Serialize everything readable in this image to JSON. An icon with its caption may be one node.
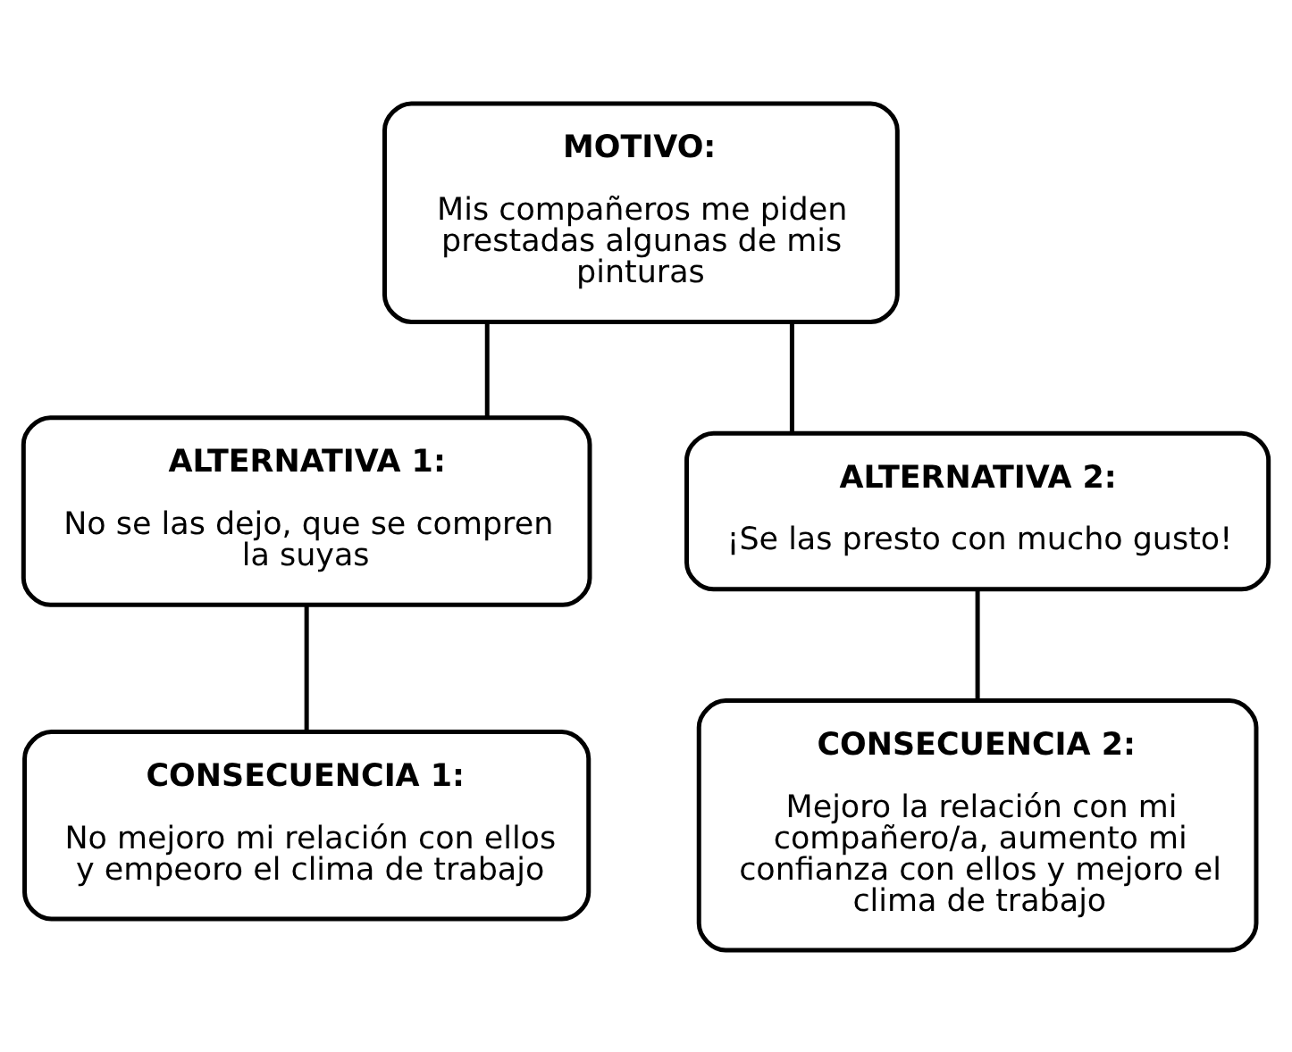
{
  "diagram": {
    "nodes": [
      {
        "text": [
          "MOTIVO:",
          "Mis compañeros me piden prestadas algunas de mis pinturas"
        ]
      },
      {
        "text": [
          "ALTERNATIVA 1:",
          "No se las dejo, que se compren la suyas"
        ]
      },
      {
        "text": [
          "ALTERNATIVA 2:",
          "¡Se las presto con mucho gusto!"
        ]
      },
      {
        "text": [
          "CONSECUENCIA 1:",
          "No mejoro mi relación con ellos y empeoro el clima de trabajo"
        ]
      },
      {
        "text": [
          "CONSECUENCIA 2:",
          "Mejoro la relación con mi compañero/a, aumento mi confianza con ellos y mejoro el clima de trabajo"
        ]
      }
    ],
    "edges": [
      {
        "from": 0,
        "to": 1,
        "arrow": "none"
      },
      {
        "from": 0,
        "to": 2,
        "arrow": "none"
      },
      {
        "from": 1,
        "to": 3,
        "arrow": "none"
      },
      {
        "from": 2,
        "to": 4,
        "arrow": "none"
      }
    ]
  }
}
